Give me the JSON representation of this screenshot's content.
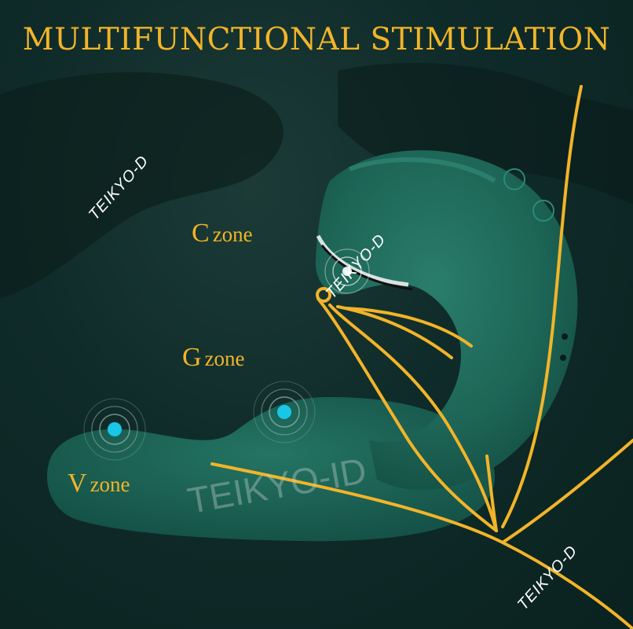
{
  "title": "MULTIFUNCTIONAL STIMULATION",
  "zones": {
    "c": {
      "letter": "C",
      "word": "zone"
    },
    "g": {
      "letter": "G",
      "word": "zone"
    },
    "v": {
      "letter": "V",
      "word": "zone"
    }
  },
  "watermarks": {
    "top_left": "TEIKYO-D",
    "on_tip": "TEIKYO-D",
    "center": "TEIKYO-ID",
    "bottom_right": "TEIKYO-D"
  },
  "colors": {
    "accent": "#f2b429",
    "product": "#1f6a5c",
    "dot": "#19c6e8",
    "background": "#0f2b29"
  }
}
